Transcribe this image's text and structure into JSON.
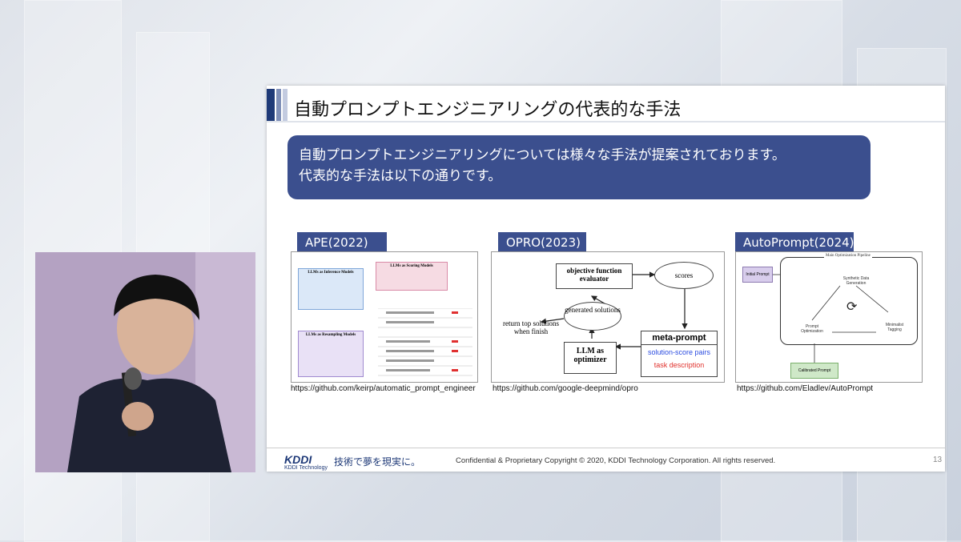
{
  "slide": {
    "title": "自動プロンプトエンジニアリングの代表的な手法",
    "callout_line1": "自動プロンプトエンジニアリングについては様々な手法が提案されております。",
    "callout_line2": "代表的な手法は以下の通りです。",
    "methods": [
      {
        "label": "APE(2022)",
        "url": "https://github.com/keirp/automatic_prompt_engineer"
      },
      {
        "label": "OPRO(2023)",
        "url": "https://github.com/google-deepmind/opro"
      },
      {
        "label": "AutoPrompt(2024)",
        "url": "https://github.com/Eladlev/AutoPrompt"
      }
    ],
    "opro": {
      "evaluator": "objective function evaluator",
      "scores": "scores",
      "generated": "generated solutions",
      "return_text": "return top solutions when finish",
      "optimizer": "LLM as optimizer",
      "meta_prompt": "meta-prompt",
      "pairs": "solution-score pairs",
      "task": "task description"
    },
    "autoprompt": {
      "pipeline": "Main Optimization Pipeline",
      "initial": "Initial Prompt",
      "synthetic": "Synthetic Data Generation",
      "tagging": "Minimalist Tagging",
      "optimization": "Prompt Optimization",
      "calibrated": "Calibrated Prompt"
    },
    "ape": {
      "inference": "LLMs as Inference Models",
      "scoring": "LLMs as Scoring Models",
      "resampling": "LLMs as Resampling Models"
    },
    "footer": {
      "logo": "KDDI",
      "logo_sub": "KDDI Technology",
      "slogan": "技術で夢を現実に。",
      "copyright": "Confidential & Proprietary  Copyright © 2020, KDDI Technology Corporation. All rights reserved.",
      "page": "13"
    }
  },
  "colors": {
    "accent": "#3b4f8e",
    "title_accent": "#1f3a78",
    "pairs_blue": "#2b4ce0",
    "task_red": "#e0302b"
  }
}
